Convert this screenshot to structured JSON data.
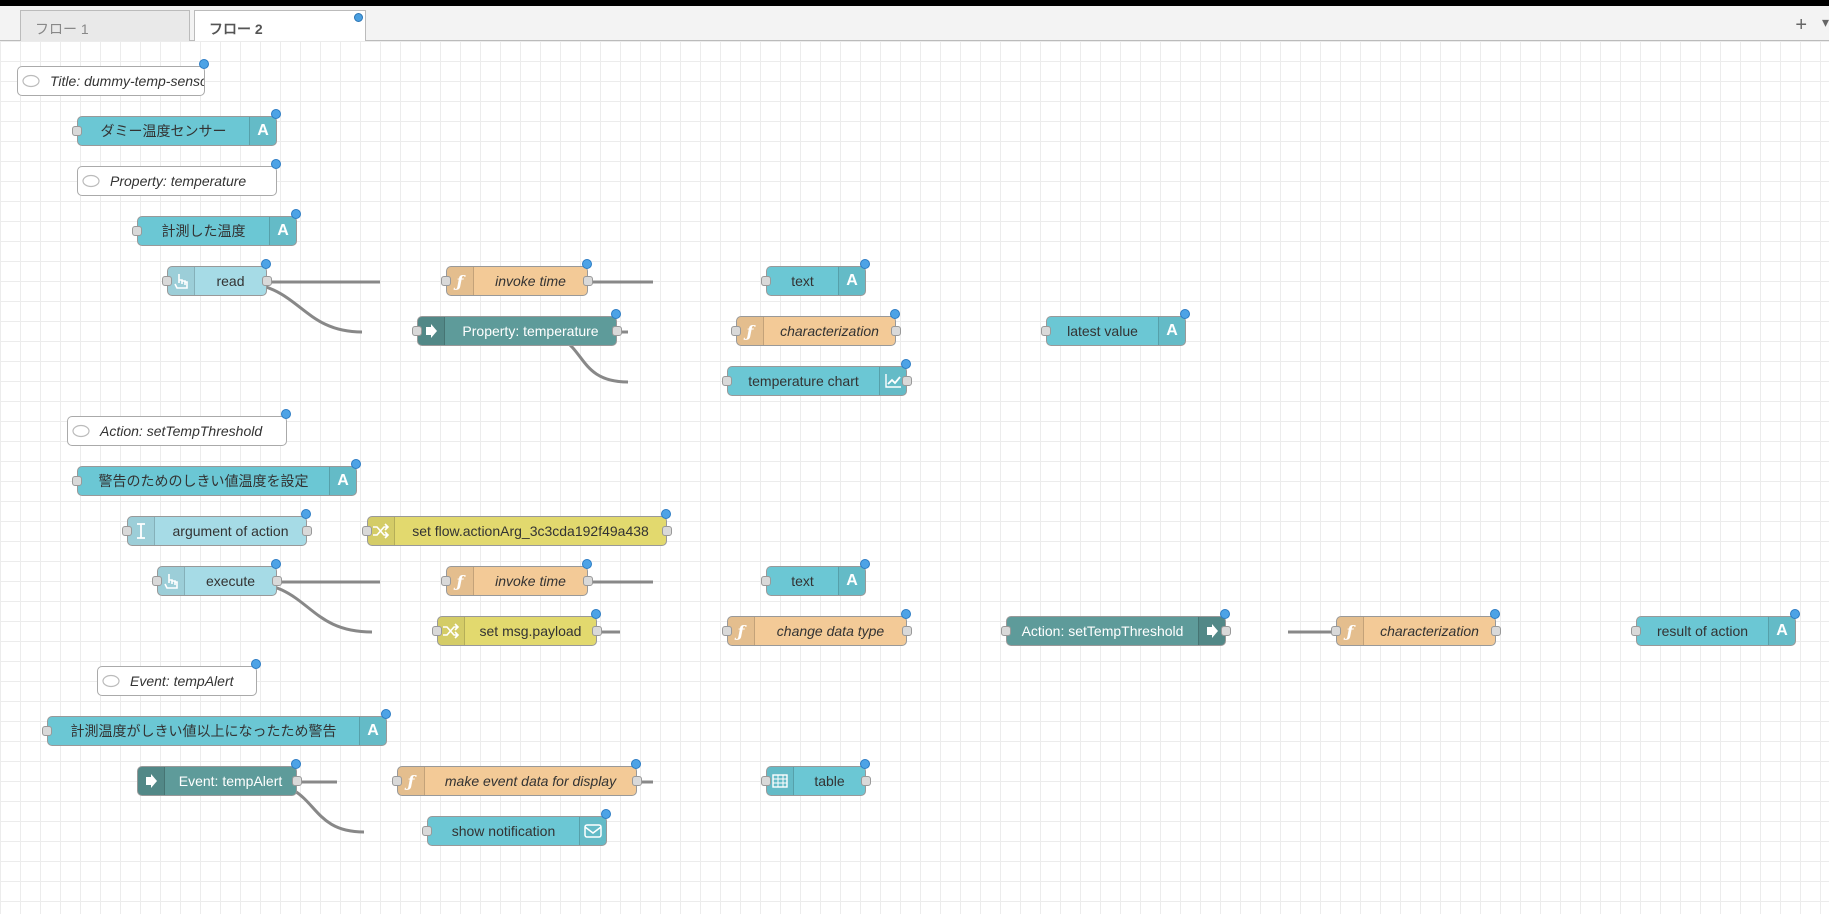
{
  "tabs": [
    {
      "label": "フロー 1"
    },
    {
      "label": "フロー 2"
    }
  ],
  "tab_actions": {
    "add": "+",
    "more": "▾"
  },
  "nodes": {
    "title": "Title: dummy-temp-sensor",
    "sensor_label": "ダミー温度センサー",
    "prop_comment": "Property: temperature",
    "measured_temp": "計測した温度",
    "read": "read",
    "invoke_time_1": "invoke time",
    "text_1": "text",
    "property_temperature": "Property: temperature",
    "characterization_1": "characterization",
    "latest_value": "latest value",
    "temperature_chart": "temperature chart",
    "action_comment": "Action: setTempThreshold",
    "threshold_label": "警告のためのしきい値温度を設定",
    "argument_of_action": "argument of action",
    "set_flow_arg": "set flow.actionArg_3c3cda192f49a438",
    "execute": "execute",
    "invoke_time_2": "invoke time",
    "text_2": "text",
    "set_payload": "set msg.payload",
    "change_data_type": "change data type",
    "action_node": "Action: setTempThreshold",
    "characterization_2": "characterization",
    "result_of_action": "result of action",
    "event_comment": "Event: tempAlert",
    "alert_label": "計測温度がしきい値以上になったため警告",
    "event_node": "Event: tempAlert",
    "make_event_data": "make event data for display",
    "table": "table",
    "show_notification": "show notification"
  },
  "colors": {
    "ui": "#6bc7d4",
    "function": "#f3ca97",
    "change": "#e2d96e",
    "wot": "#5e9b9a",
    "inject": "#a6dbe6",
    "status_dot": "#4da3e6"
  }
}
